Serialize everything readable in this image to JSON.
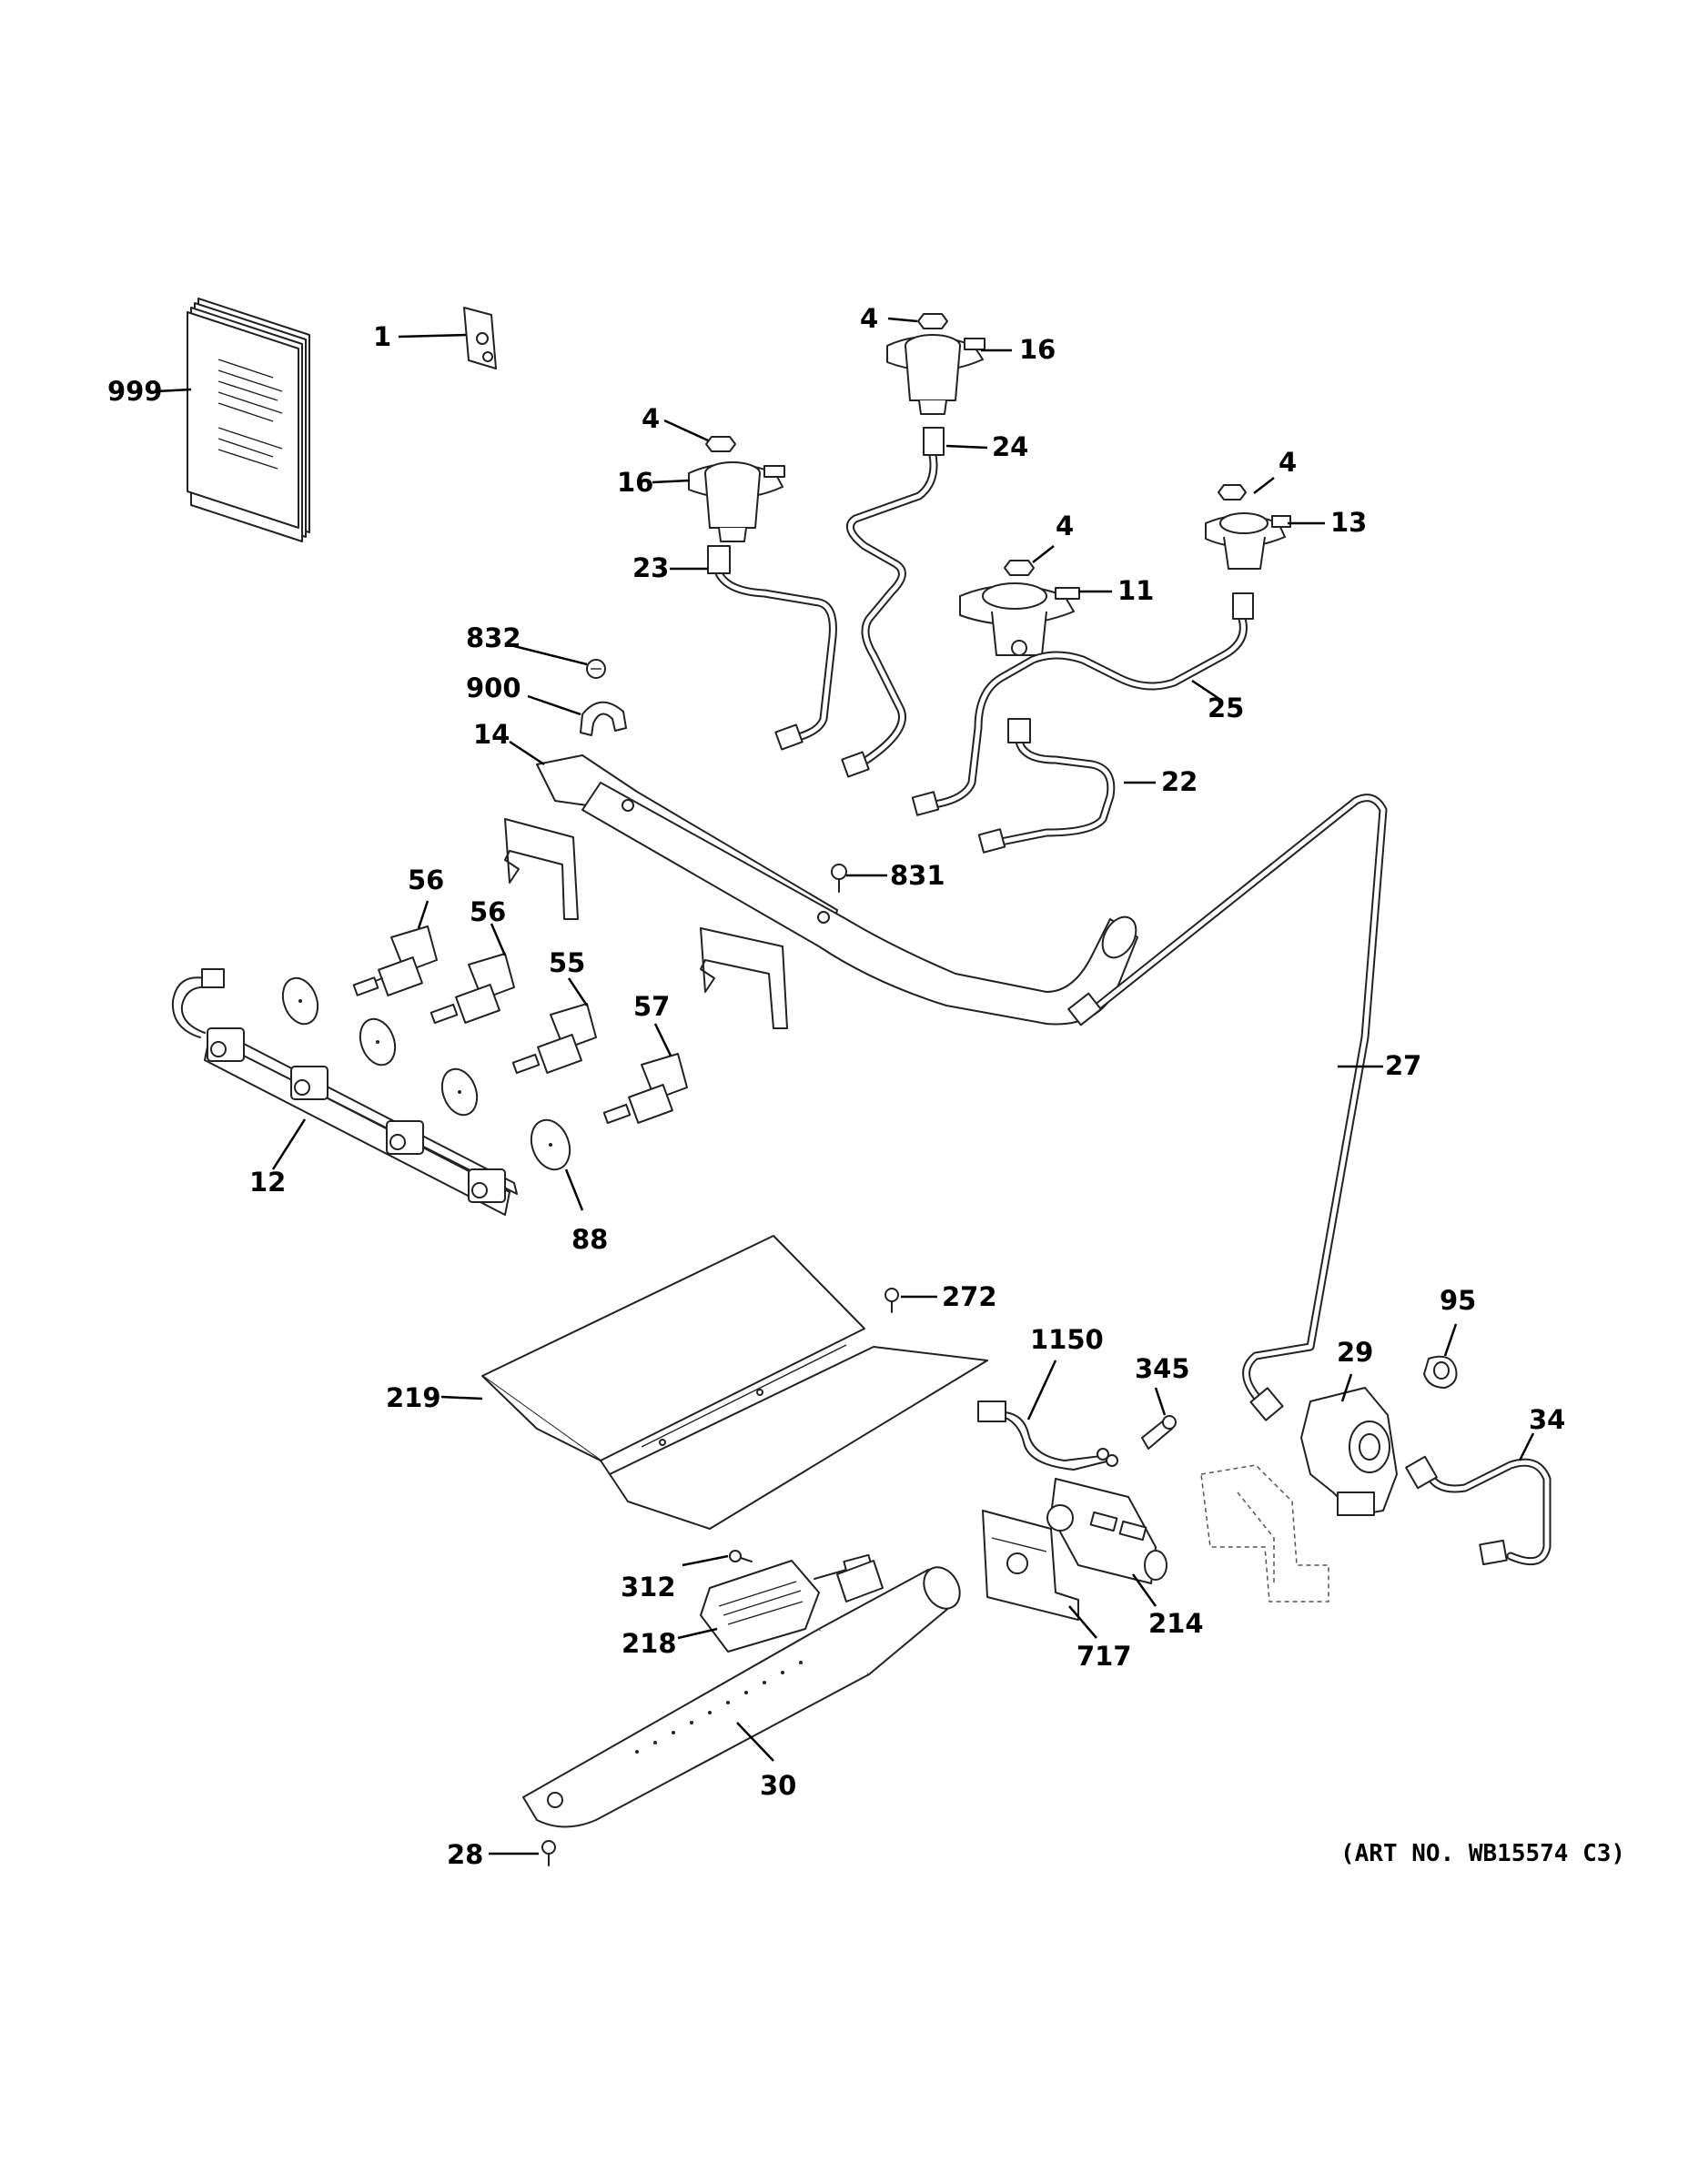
{
  "art_number": "(ART NO. WB15574 C3)",
  "callouts": {
    "c999": "999",
    "c1": "1",
    "c4a": "4",
    "c16a": "16",
    "c24": "24",
    "c4b": "4",
    "c16b": "16",
    "c23": "23",
    "c4c": "4",
    "c13": "13",
    "c4d": "4",
    "c11": "11",
    "c832": "832",
    "c900": "900",
    "c25": "25",
    "c14": "14",
    "c22": "22",
    "c831": "831",
    "c56a": "56",
    "c56b": "56",
    "c55": "55",
    "c57": "57",
    "c27": "27",
    "c12": "12",
    "c88": "88",
    "c272": "272",
    "c95": "95",
    "c1150": "1150",
    "c29": "29",
    "c345": "345",
    "c34": "34",
    "c219": "219",
    "c312": "312",
    "c214": "214",
    "c218": "218",
    "c717": "717",
    "c30": "30",
    "c28": "28"
  }
}
